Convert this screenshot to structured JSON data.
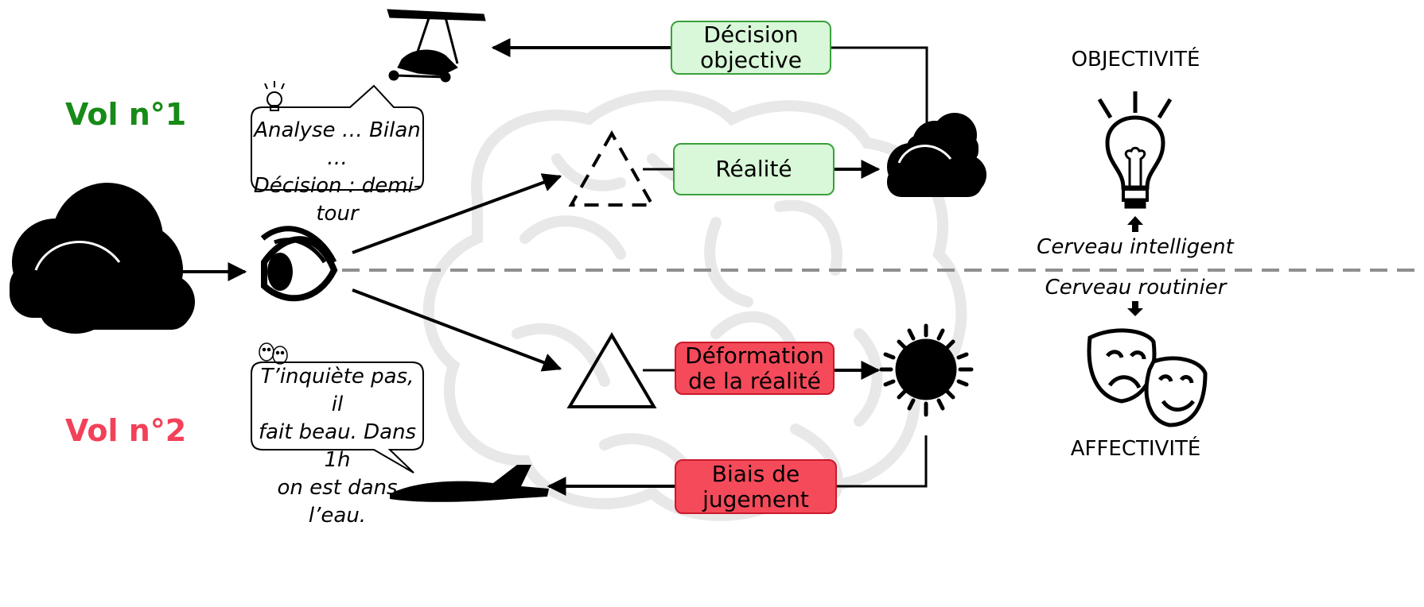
{
  "flight1": {
    "label": "Vol n°1",
    "color": "#178a17",
    "bubble": [
      "Analyse … Bilan …",
      "Décision : demi-",
      "tour"
    ],
    "decision_box": [
      "Décision",
      "objective"
    ],
    "reality_box": "Réalité"
  },
  "flight2": {
    "label": "Vol n°2",
    "color": "#f24158",
    "bubble": [
      "T’inquiète pas, il",
      "fait beau. Dans 1h",
      "on est dans l’eau."
    ],
    "distortion_box": [
      "Déformation",
      "de la réalité"
    ],
    "bias_box": [
      "Biais de",
      "jugement"
    ]
  },
  "side_panel": {
    "top_title": "OBJECTIVITÉ",
    "brain_top": "Cerveau intelligent",
    "brain_bottom": "Cerveau routinier",
    "bottom_title": "AFFECTIVITÉ"
  },
  "colors": {
    "green_fill": "#d9f7d9",
    "green_border": "#3aa13a",
    "red_fill": "#f54a5a",
    "red_border": "#c91a2c",
    "divider": "#8f8f8f",
    "brain_watermark": "#e6e6e6"
  }
}
